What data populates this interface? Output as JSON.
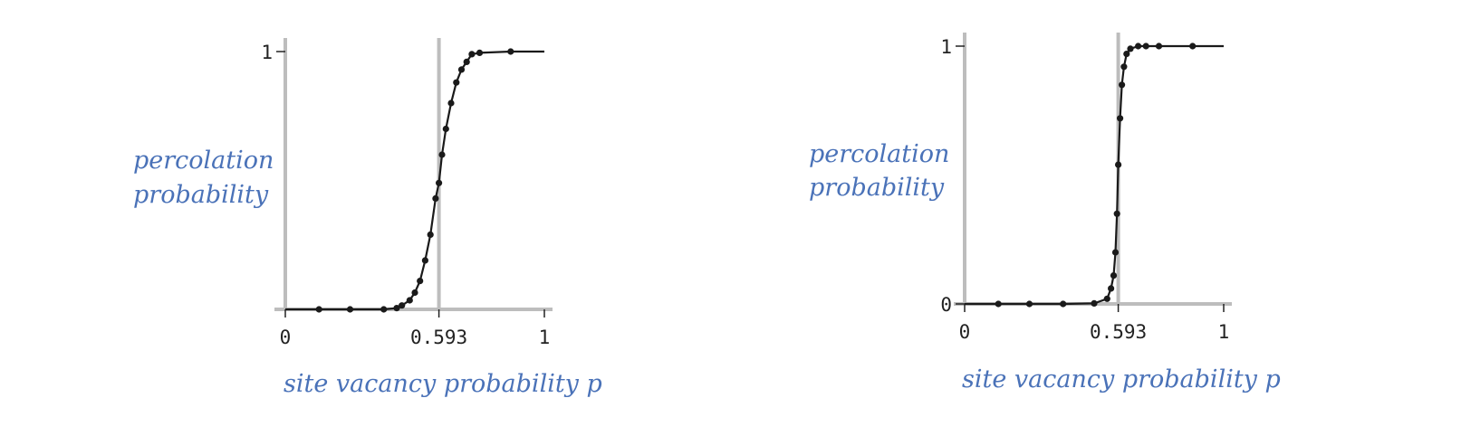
{
  "chart_data": [
    {
      "type": "line",
      "xlabel": "site vacancy probability p",
      "ylabel_lines": [
        "percolation",
        "probability"
      ],
      "xlim": [
        0,
        1
      ],
      "ylim": [
        0,
        1
      ],
      "x_ticks": [
        {
          "value": 0,
          "label": "0"
        },
        {
          "value": 0.593,
          "label": "0.593"
        },
        {
          "value": 1,
          "label": "1"
        }
      ],
      "y_ticks": [
        {
          "value": 1,
          "label": "1"
        }
      ],
      "reference_line_x": 0.593,
      "grid": false,
      "colors": {
        "axis": "#bdbdbd",
        "curve": "#1a1a1a",
        "label": "#4a72b8"
      },
      "x": [
        0,
        0.13,
        0.25,
        0.38,
        0.43,
        0.45,
        0.48,
        0.5,
        0.52,
        0.54,
        0.56,
        0.58,
        0.593,
        0.605,
        0.62,
        0.64,
        0.66,
        0.68,
        0.7,
        0.72,
        0.75,
        0.87,
        1
      ],
      "y": [
        0,
        0,
        0,
        0,
        0.005,
        0.015,
        0.035,
        0.065,
        0.11,
        0.19,
        0.29,
        0.43,
        0.49,
        0.6,
        0.7,
        0.8,
        0.88,
        0.93,
        0.96,
        0.99,
        0.995,
        1,
        1
      ],
      "markers_x": [
        0.13,
        0.25,
        0.38,
        0.43,
        0.45,
        0.48,
        0.5,
        0.52,
        0.54,
        0.56,
        0.58,
        0.593,
        0.605,
        0.62,
        0.64,
        0.66,
        0.68,
        0.7,
        0.72,
        0.75,
        0.87
      ],
      "markers_y": [
        0,
        0,
        0,
        0.005,
        0.015,
        0.035,
        0.065,
        0.11,
        0.19,
        0.29,
        0.43,
        0.49,
        0.6,
        0.7,
        0.8,
        0.88,
        0.93,
        0.96,
        0.99,
        0.995,
        1
      ]
    },
    {
      "type": "line",
      "xlabel": "site vacancy probability p",
      "ylabel_lines": [
        "percolation",
        "probability"
      ],
      "xlim": [
        0,
        1
      ],
      "ylim": [
        0,
        1
      ],
      "x_ticks": [
        {
          "value": 0,
          "label": "0"
        },
        {
          "value": 0.593,
          "label": "0.593"
        },
        {
          "value": 1,
          "label": "1"
        }
      ],
      "y_ticks": [
        {
          "value": 0,
          "label": "0"
        },
        {
          "value": 1,
          "label": "1"
        }
      ],
      "reference_line_x": 0.593,
      "grid": false,
      "colors": {
        "axis": "#bdbdbd",
        "curve": "#1a1a1a",
        "label": "#4a72b8"
      },
      "x": [
        0,
        0.13,
        0.25,
        0.38,
        0.5,
        0.55,
        0.565,
        0.575,
        0.582,
        0.588,
        0.593,
        0.6,
        0.607,
        0.615,
        0.625,
        0.64,
        0.67,
        0.7,
        0.75,
        0.88,
        1
      ],
      "y": [
        0,
        0,
        0,
        0,
        0.002,
        0.02,
        0.06,
        0.11,
        0.2,
        0.35,
        0.54,
        0.72,
        0.85,
        0.92,
        0.97,
        0.99,
        1,
        1,
        1,
        1,
        1
      ],
      "markers_x": [
        0.13,
        0.25,
        0.38,
        0.5,
        0.55,
        0.565,
        0.575,
        0.582,
        0.588,
        0.593,
        0.6,
        0.607,
        0.615,
        0.625,
        0.64,
        0.67,
        0.7,
        0.75,
        0.88
      ],
      "markers_y": [
        0,
        0,
        0,
        0.002,
        0.02,
        0.06,
        0.11,
        0.2,
        0.35,
        0.54,
        0.72,
        0.85,
        0.92,
        0.97,
        0.99,
        1,
        1,
        1,
        1
      ]
    }
  ]
}
